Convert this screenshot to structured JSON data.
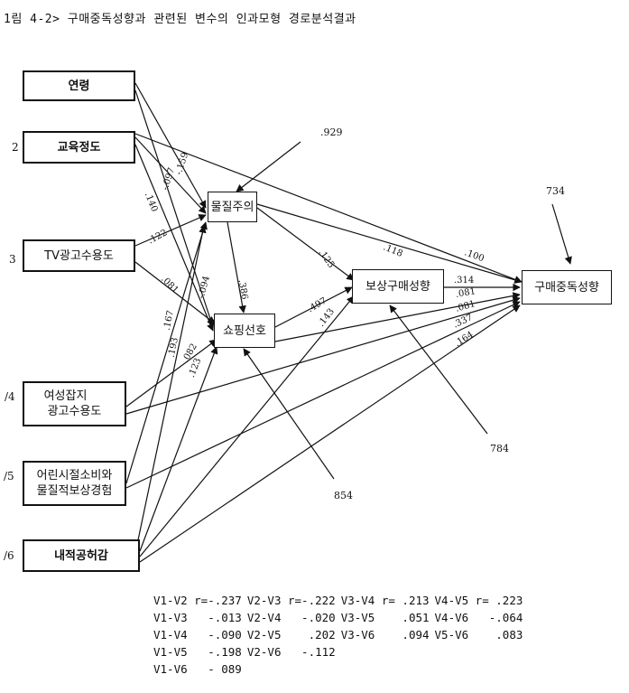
{
  "title": "1림 4-2> 구매중독성향과 관련된 변수의 인과모형 경로분석결과",
  "variable_labels": {
    "v2": "2",
    "v3": "3",
    "v4": "/4",
    "v5": "/5",
    "v6": "/6"
  },
  "nodes": {
    "age": "연령",
    "education": "교육정도",
    "tv_ad": "TV광고수용도",
    "magazine_ad_line1": "여성잡지",
    "magazine_ad_line2": "광고수용도",
    "childhood_line1": "어린시절소비와",
    "childhood_line2": "물질적보상경험",
    "internal_emptiness": "내적공허감",
    "materialism": "물질주의",
    "shopping_pref": "쇼핑선호",
    "compensatory": "보상구매성향",
    "addiction": "구매중독성향"
  },
  "path_coefficients": {
    "age_materialism": "-.159",
    "education_materialism": "-.097",
    "education_shopping": ".140",
    "tv_materialism": ".122",
    "tv_shopping": ".081",
    "materialism_shopping": ".386",
    "materialism_compensatory": ".125",
    "materialism_addiction": ".118",
    "education_addiction": ".100",
    "shopping_compensatory": ".497",
    "age_shopping": "-.094",
    "internal_materialism": ".167",
    "childhood_materialism": ".193",
    "magazine_shopping": ".082",
    "internal_shopping": ".123",
    "internal_compensatory": ".143",
    "compensatory_addiction": ".314",
    "shopping_addiction": ".081",
    "magazine_addiction": ".081",
    "childhood_addiction": ".337",
    "internal_addiction": ".164"
  },
  "error_terms": {
    "materialism": ".929",
    "addiction": "734",
    "compensatory": "784",
    "shopping": "854"
  },
  "correlations": [
    [
      "V1-V2 r=-.237",
      "V2-V3 r=-.222",
      "V3-V4 r= .213",
      "V4-V5 r= .223"
    ],
    [
      "V1-V3   -.013",
      "V2-V4   -.020",
      "V3-V5    .051",
      "V4-V6   -.064"
    ],
    [
      "V1-V4   -.090",
      "V2-V5    .202",
      "V3-V6    .094",
      "V5-V6    .083"
    ],
    [
      "V1-V5   -.198",
      "V2-V6   -.112",
      "",
      ""
    ],
    [
      "V1-V6   - 089",
      "",
      "",
      ""
    ]
  ]
}
